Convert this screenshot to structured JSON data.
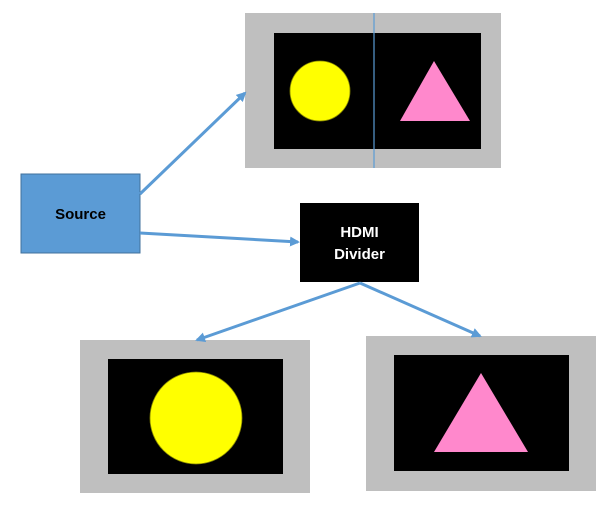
{
  "diagram": {
    "nodes": {
      "source": {
        "label": "Source"
      },
      "hdmi_divider": {
        "label_line1": "HDMI",
        "label_line2": "Divider"
      },
      "top_display": {
        "content": [
          "circle",
          "triangle"
        ],
        "split": true
      },
      "bottom_left_display": {
        "content": [
          "circle"
        ]
      },
      "bottom_right_display": {
        "content": [
          "triangle"
        ]
      }
    },
    "edges": [
      {
        "from": "source",
        "to": "top_display"
      },
      {
        "from": "source",
        "to": "hdmi_divider"
      },
      {
        "from": "hdmi_divider",
        "to": "bottom_left_display"
      },
      {
        "from": "hdmi_divider",
        "to": "bottom_right_display"
      }
    ],
    "colors": {
      "source_fill": "#5b9bd5",
      "arrow": "#5b9bd5",
      "screen_frame": "#bfbfbf",
      "screen": "#000000",
      "circle": "#ffff00",
      "triangle": "#ff88cc"
    }
  }
}
